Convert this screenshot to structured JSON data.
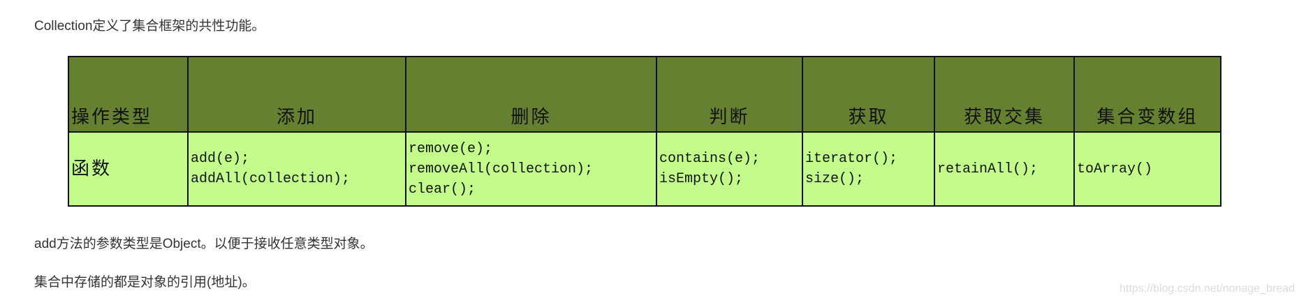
{
  "paragraphs": {
    "intro": "Collection定义了集合框架的共性功能。",
    "add_note": "add方法的参数类型是Object。以便于接收任意类型对象。",
    "storage_note": "集合中存储的都是对象的引用(地址)。"
  },
  "table": {
    "headers": [
      "操作类型",
      "添加",
      "删除",
      "判断",
      "获取",
      "获取交集",
      "集合变数组"
    ],
    "row_label": "函数",
    "cells": [
      [
        "add(e);",
        "addAll(collection);"
      ],
      [
        "remove(e);",
        "removeAll(collection);",
        "clear();"
      ],
      [
        "contains(e);",
        "isEmpty();"
      ],
      [
        "iterator();",
        "size();"
      ],
      [
        "retainAll();"
      ],
      [
        "toArray()"
      ]
    ],
    "colors": {
      "header_bg": "#648030",
      "body_bg": "#c3fc8b"
    }
  },
  "watermark": "https://blog.csdn.net/nonage_bread"
}
